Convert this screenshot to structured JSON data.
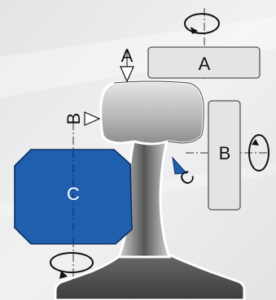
{
  "diagram": {
    "marker_a": "A",
    "marker_b": "B",
    "marker_c": "C",
    "wheel_a_label": "A",
    "wheel_b_label": "B",
    "wheel_c_label": "C"
  },
  "colors": {
    "background": "#e9eaec",
    "wheel_light": "#e4e4e6",
    "wheel_stroke": "#555555",
    "wheel_c_fill": "#1f5fae",
    "wheel_c_stroke": "#0d2f63",
    "marker_c_fill": "#1f5fae",
    "rail_dark": "#5a5a5a",
    "rail_light": "#d8d8d8",
    "label_text": "#111111",
    "wheel_c_text": "#ffffff"
  }
}
